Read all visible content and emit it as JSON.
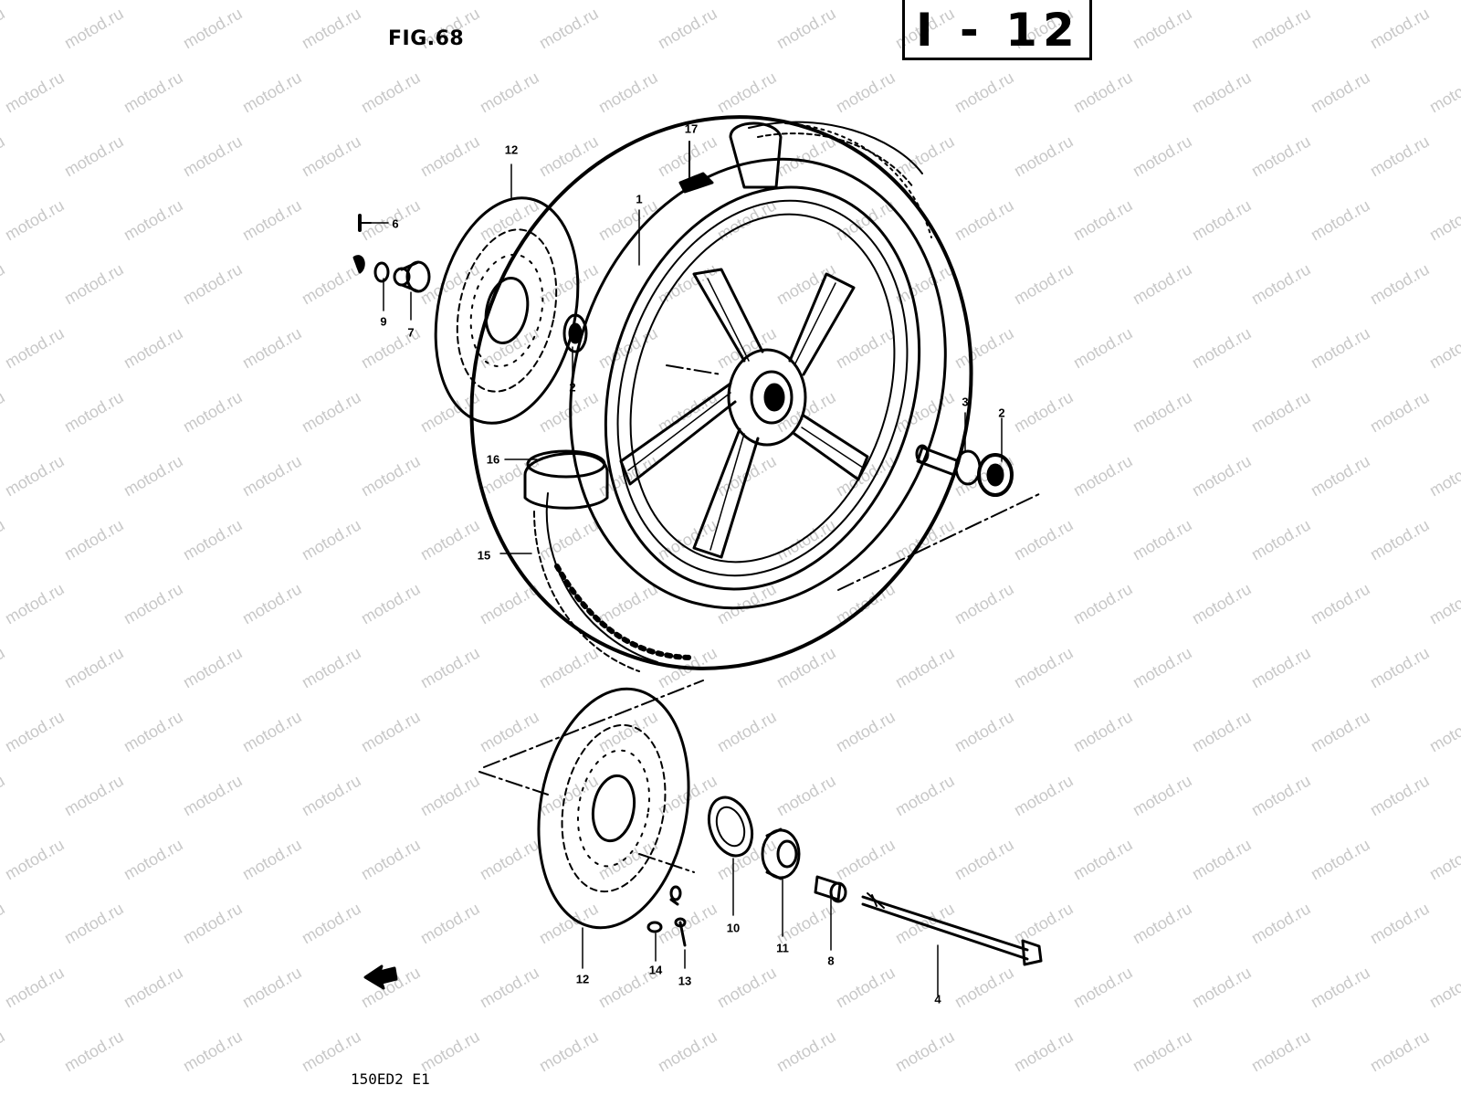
{
  "figure_label": "FIG.68",
  "page_code": "I - 12",
  "model_code": "150ED2 E1",
  "watermark_text": "motod.ru",
  "callouts": [
    {
      "id": "c1",
      "text": "1"
    },
    {
      "id": "c2a",
      "text": "2"
    },
    {
      "id": "c2b",
      "text": "2"
    },
    {
      "id": "c3",
      "text": "3"
    },
    {
      "id": "c4",
      "text": "4"
    },
    {
      "id": "c6",
      "text": "6"
    },
    {
      "id": "c7",
      "text": "7"
    },
    {
      "id": "c8",
      "text": "8"
    },
    {
      "id": "c9",
      "text": "9"
    },
    {
      "id": "c10",
      "text": "10"
    },
    {
      "id": "c11",
      "text": "11"
    },
    {
      "id": "c12a",
      "text": "12"
    },
    {
      "id": "c12b",
      "text": "12"
    },
    {
      "id": "c13",
      "text": "13"
    },
    {
      "id": "c14",
      "text": "14"
    },
    {
      "id": "c15",
      "text": "15"
    },
    {
      "id": "c16",
      "text": "16"
    },
    {
      "id": "c17",
      "text": "17"
    }
  ]
}
